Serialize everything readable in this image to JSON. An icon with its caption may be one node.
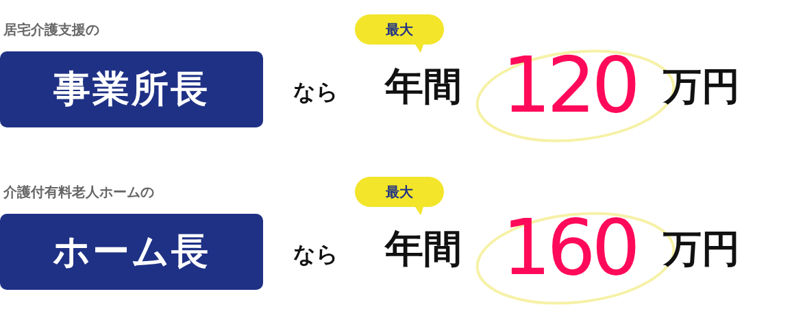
{
  "diagram": {
    "nodes": [
      {
        "text": [
          "居宅介護支援の",
          "事業所長"
        ]
      },
      {
        "text": [
          "最大"
        ]
      },
      {
        "text": [
          "介護付有料老人ホームの",
          "ホーム長"
        ]
      },
      {
        "text": [
          "最大"
        ]
      }
    ],
    "labels": [
      "なら",
      "年間",
      "120",
      "万円",
      "なら",
      "年間",
      "160",
      "万円"
    ]
  }
}
